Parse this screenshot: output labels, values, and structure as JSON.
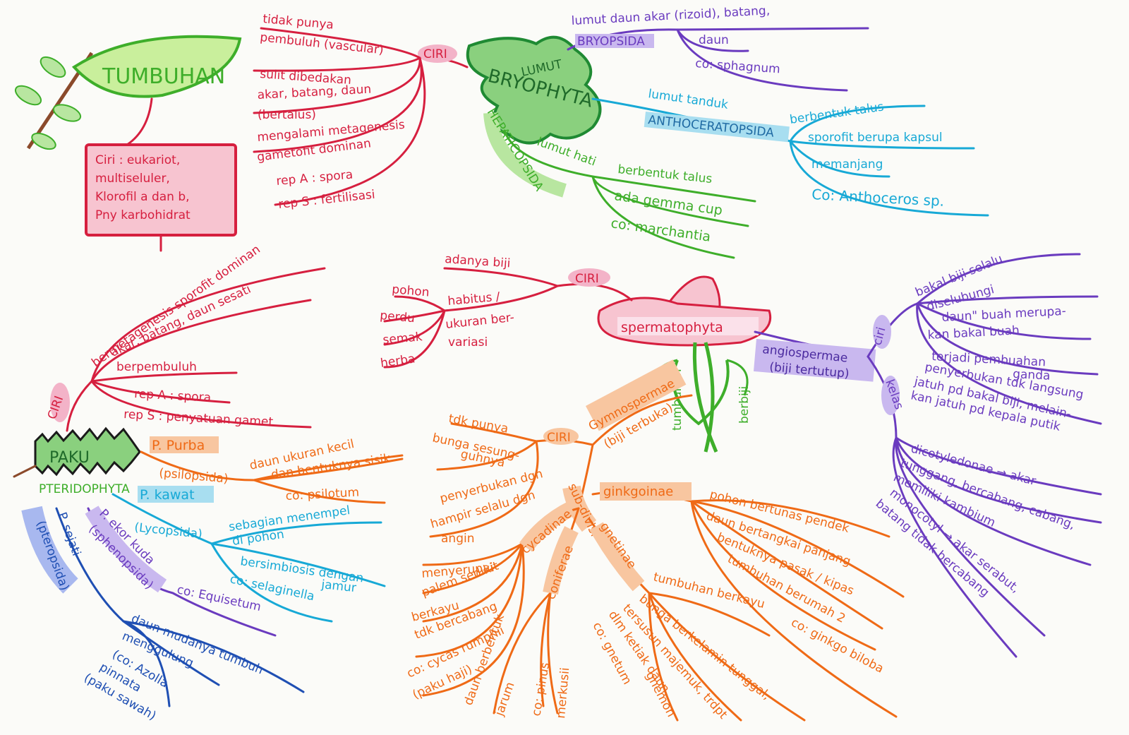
{
  "colors": {
    "red": "#d61f3f",
    "green": "#3eae2a",
    "purple": "#6a3bbf",
    "blue": "#17a9d6",
    "orange": "#ef6a16",
    "navy": "#1f4fb3",
    "pink": "#f3b3c8"
  },
  "root": {
    "title": "TUMBUHAN",
    "characteristics": [
      "Ciri : eukariot,",
      "multiseluler,",
      "Klorofil a dan b,",
      "Pny karbohidrat"
    ]
  },
  "bryophyta": {
    "label_main": "BRYOPHYTA",
    "label_sub": "LUMUT",
    "ciri_label": "CIRI",
    "ciri_items": [
      "tidak punya",
      "pembuluh (vascular)",
      "sulit dibedakan",
      "akar, batang, daun",
      "(bertalus)",
      "mengalami metagenesis",
      "gametofit dominan",
      "rep A : spora",
      "rep S : fertilisasi"
    ],
    "bryopsida": {
      "name": "BRYOPSIDA",
      "items": [
        "lumut daun akar (rizoid), batang,",
        "daun",
        "co: sphagnum"
      ]
    },
    "anthoceratopsida": {
      "name": "ANTHOCERATOPSIDA",
      "title": "lumut tanduk",
      "items": [
        "berbentuk talus",
        "sporofit berupa kapsul",
        "memanjang",
        "Co: Anthoceros sp."
      ]
    },
    "hepaticopsida": {
      "name": "HEPATICOPSIDA",
      "title": "lumut hati",
      "items": [
        "berbentuk talus",
        "ada gemma cup",
        "co: marchantia"
      ]
    }
  },
  "paku": {
    "label": "PAKU",
    "latin": "PTERIDOPHYTA",
    "ciri_label": "CIRI",
    "ciri_items": [
      "bermetagenesis sporofit dominan",
      "akar, batang, daun sesati",
      "berpembuluh",
      "rep A : spora",
      "rep S : penyatuan gamet"
    ],
    "purba": {
      "name": "P. Purba",
      "class": "(psilopsida)",
      "items": [
        "daun ukuran kecil",
        "dan bentuknya sisik",
        "co: psilotum"
      ]
    },
    "kawat": {
      "name": "P. kawat",
      "class": "(Lycopsida)",
      "items": [
        "sebagian menempel",
        "di pohon",
        "bersimbiosis dengan",
        "jamur",
        "co: selaginella"
      ]
    },
    "ekor_kuda": {
      "name": "P. ekor kuda",
      "class": "(sphenopsida)",
      "items": [
        "co: Equisetum"
      ]
    },
    "sejati": {
      "name": "P. sejati",
      "class": "(pteropsida)",
      "items": [
        "daun mudanya tumbuh",
        "menggulung",
        "(co: Azolla",
        "pinnata",
        "(paku sawah)"
      ]
    }
  },
  "spermatophyta": {
    "label": "spermatophyta",
    "side_labels": [
      "tumbuhan",
      "berbiji"
    ],
    "ciri_label": "CIRI",
    "ciri_items": [
      "adanya biji",
      "habitus /",
      "ukuran ber-",
      "variasi"
    ],
    "habitus": [
      "pohon",
      "perdu",
      "semak",
      "herba"
    ],
    "angiospermae": {
      "name": "angiospermae",
      "note": "(biji tertutup)",
      "ciri_label": "ciri",
      "ciri_items": [
        "bakal biji selalu",
        "diselubungi",
        "daun\" buah merupa-",
        "kan bakal buah",
        "terjadi pembuahan",
        "ganda",
        "penyerbukan tdk langsung",
        "jatuh pd bakal biji, melain-",
        "kan jatuh pd kepala putik"
      ],
      "kelas_label": "kelas",
      "dicot": "dicotyledonae → akar tunggang, bercabang, cabang, memiliki kambium",
      "dicot_lines": [
        "dicotyledonae → akar",
        "tunggang, bercabang, cabang,",
        "memiliki kambium"
      ],
      "monocot_lines": [
        "monocotyl → akar serabut,",
        "batang tidak bercabang"
      ]
    },
    "gymnospermae": {
      "name": "Gymnospermae",
      "note": "(biji terbuka)",
      "ciri_label": "CIRI",
      "ciri_items": [
        "tdk punya",
        "bunga sesung-",
        "guhnya",
        "penyerbukan dgn",
        "hampir selalu dgn",
        "angin"
      ],
      "sub_label": "sub-divisi",
      "cycadinae": {
        "name": "cycadinae",
        "items": [
          "menyerupai",
          "palem sedikit",
          "berkayu",
          "tdk bercabang",
          "co: cycas rumphii",
          "(paku haji)"
        ]
      },
      "coniferae": {
        "name": "coniferae",
        "items": [
          "daun berbentuk",
          "jarum",
          "co: pinus",
          "merkusii"
        ]
      },
      "ginkgoinae": {
        "name": "ginkgoinae",
        "items": [
          "pohon bertunas pendek",
          "daun bertangkai panjang",
          "bentuknya pasak / kipas",
          "tumbuhan berumah 2",
          "co: ginkgo biloba"
        ]
      },
      "gnetinae": {
        "name": "gnetinae",
        "items": [
          "tumbuhan berkayu",
          "bunga berkelamin tunggal,",
          "tersusun majemuk, trdpt",
          "dlm ketiak daun,",
          "co: gnetum",
          "gnemon"
        ]
      }
    }
  }
}
